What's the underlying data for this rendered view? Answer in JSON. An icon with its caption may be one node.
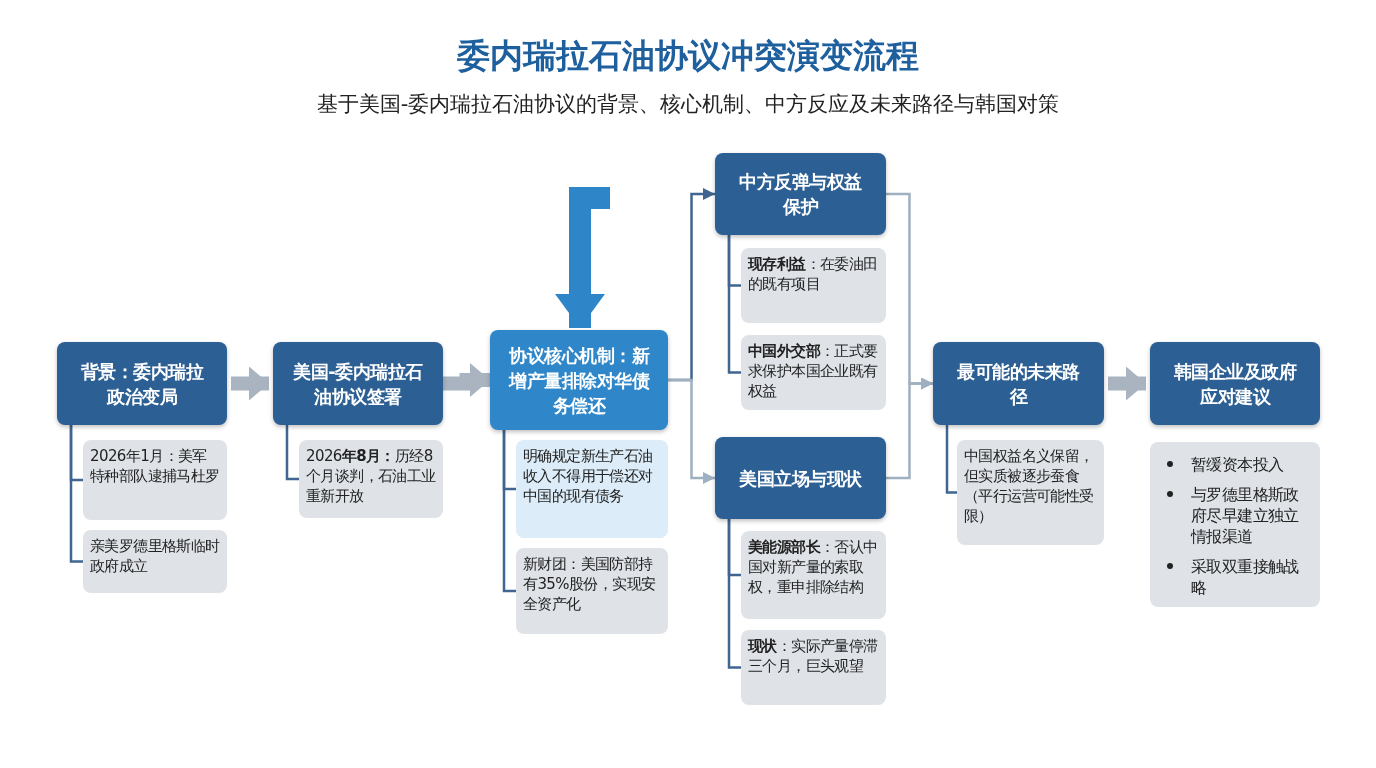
{
  "diagram": {
    "title": "委内瑞拉石油协议冲突演变流程",
    "caption": "基于美国-委内瑞拉石油协议的背景、核心机制、中方反应及未来路径与韩国对策",
    "nodes": [
      {
        "text": [
          "背景：委内瑞拉政治变局"
        ]
      },
      {
        "text": [
          "2026年1月：美军特种部队逮捕马杜罗"
        ]
      },
      {
        "text": [
          "亲美罗德里格斯临时政府成立"
        ]
      },
      {
        "text": [
          "美国-委内瑞拉石油协议签署"
        ]
      },
      {
        "text": [
          "2026**年8月：**历经8个月谈判，石油工业重新开放"
        ]
      },
      {
        "text": [
          "协议核心机制：新增产量排除对华债务偿还"
        ]
      },
      {
        "text": [
          "明确规定新生产石油收入不得用于偿还对中国的现有债务"
        ]
      },
      {
        "text": [
          "新财团：美国防部持有35%股份，实现安全资产化"
        ]
      },
      {
        "text": [
          "中方反弹与权益保护"
        ]
      },
      {
        "text": [
          "**现存利益**：在委油田的既有项目"
        ]
      },
      {
        "text": [
          "**中国外交部**：正式要求保护本国企业既有权益"
        ]
      },
      {
        "text": [
          "美国立场与现状"
        ]
      },
      {
        "text": [
          "**美能源部长**：否认中国对新产量的索取权，重申排除结构"
        ]
      },
      {
        "text": [
          "**现状**：实际产量停滞三个月，巨头观望"
        ]
      },
      {
        "text": [
          "最可能的未来路径"
        ]
      },
      {
        "text": [
          "中国权益名义保留，但实质被逐步蚕食（平行运营可能性受限）"
        ]
      },
      {
        "text": [
          "韩国企业及政府应对建议"
        ]
      },
      {
        "text": [
          "暂缓资本投入",
          "与罗德里格斯政府尽早建立独立情报渠道",
          "采取双重接触战略"
        ]
      }
    ],
    "edges": [
      {
        "from": 0,
        "to": 1,
        "arrow": "none"
      },
      {
        "from": 0,
        "to": 2,
        "arrow": "none"
      },
      {
        "from": 0,
        "to": 3,
        "arrow": "to",
        "style": "thick",
        "color": "#a9b4c0"
      },
      {
        "from": 3,
        "to": 4,
        "arrow": "none"
      },
      {
        "from": 3,
        "to": 5,
        "arrow": "to",
        "style": "thick",
        "color": "#a9b4c0"
      },
      {
        "from": 5,
        "to": 6,
        "arrow": "none"
      },
      {
        "from": 5,
        "to": 7,
        "arrow": "none"
      },
      {
        "from": null,
        "to": 5,
        "arrow": "to",
        "style": "thick",
        "color": "#2e86c8"
      },
      {
        "from": 5,
        "to": 8,
        "arrow": "to"
      },
      {
        "from": 5,
        "to": 11,
        "arrow": "to",
        "color": "#9fb0c0"
      },
      {
        "from": 8,
        "to": 9,
        "arrow": "none"
      },
      {
        "from": 8,
        "to": 10,
        "arrow": "none"
      },
      {
        "from": 11,
        "to": 12,
        "arrow": "none"
      },
      {
        "from": 11,
        "to": 13,
        "arrow": "none"
      },
      {
        "from": 8,
        "to": 14,
        "arrow": "to",
        "color": "#9fb0c0"
      },
      {
        "from": 11,
        "to": 14,
        "arrow": "to",
        "color": "#9fb0c0"
      },
      {
        "from": 14,
        "to": 15,
        "arrow": "none"
      },
      {
        "from": 14,
        "to": 16,
        "arrow": "to",
        "style": "thick",
        "color": "#a9b4c0"
      }
    ]
  }
}
